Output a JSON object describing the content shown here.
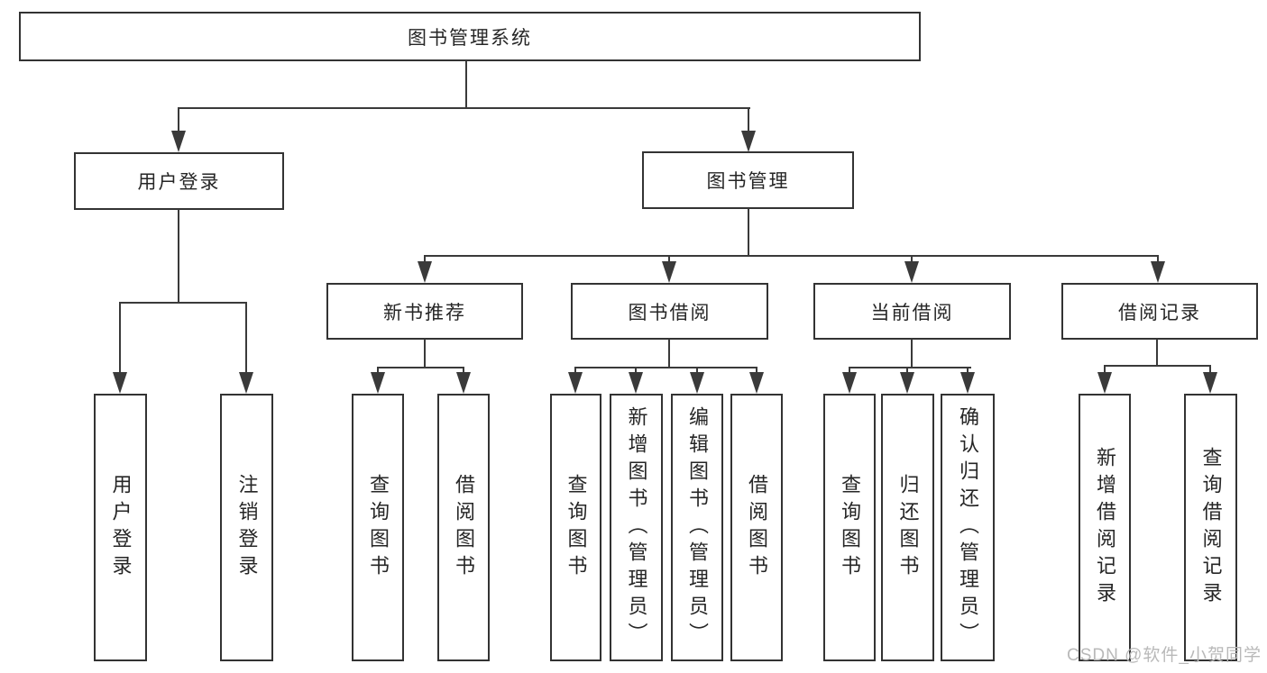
{
  "diagram": {
    "type": "hierarchy-tree",
    "colors": {
      "line": "#3a3a3a",
      "box_border": "#333333",
      "box_fill": "#ffffff",
      "text": "#262626",
      "watermark_text": "#b9b9b9",
      "background": "#ffffff"
    }
  },
  "tree": {
    "label": "图书管理系统",
    "children": [
      {
        "label": "用户登录",
        "children": [
          {
            "label": "用户登录"
          },
          {
            "label": "注销登录"
          }
        ]
      },
      {
        "label": "图书管理",
        "children": [
          {
            "label": "新书推荐",
            "children": [
              {
                "label": "查询图书"
              },
              {
                "label": "借阅图书"
              }
            ]
          },
          {
            "label": "图书借阅",
            "children": [
              {
                "label": "查询图书"
              },
              {
                "label": "新增图书（管理员）"
              },
              {
                "label": "编辑图书（管理员）"
              },
              {
                "label": "借阅图书"
              }
            ]
          },
          {
            "label": "当前借阅",
            "children": [
              {
                "label": "查询图书"
              },
              {
                "label": "归还图书"
              },
              {
                "label": "确认归还（管理员）"
              }
            ]
          },
          {
            "label": "借阅记录",
            "children": [
              {
                "label": "新增借阅记录"
              },
              {
                "label": "查询借阅记录"
              }
            ]
          }
        ]
      }
    ]
  },
  "watermark": {
    "text": "CSDN @软件_小贺同学"
  }
}
